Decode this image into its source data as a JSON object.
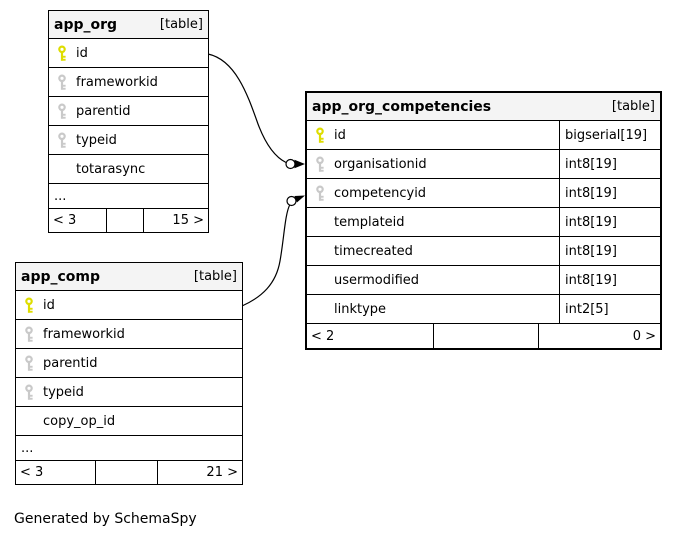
{
  "page": {
    "generator_note": "Generated by SchemaSpy"
  },
  "colors": {
    "primary_key_icon": "#dedd00",
    "foreign_key_icon": "#c9c9c9",
    "table_header_bg": "#f4f4f4",
    "border": "#000000"
  },
  "tables": {
    "app_org": {
      "title": "app_org",
      "badge": "[table]",
      "rows": [
        {
          "name": "id",
          "key": "primary"
        },
        {
          "name": "frameworkid",
          "key": "foreign"
        },
        {
          "name": "parentid",
          "key": "foreign"
        },
        {
          "name": "typeid",
          "key": "foreign"
        },
        {
          "name": "totarasync",
          "key": "none"
        }
      ],
      "ellipsis": "...",
      "footer": {
        "prev": "< 3",
        "mid": "",
        "next": "15 >"
      }
    },
    "app_comp": {
      "title": "app_comp",
      "badge": "[table]",
      "rows": [
        {
          "name": "id",
          "key": "primary"
        },
        {
          "name": "frameworkid",
          "key": "foreign"
        },
        {
          "name": "parentid",
          "key": "foreign"
        },
        {
          "name": "typeid",
          "key": "foreign"
        },
        {
          "name": "copy_op_id",
          "key": "none"
        }
      ],
      "ellipsis": "...",
      "footer": {
        "prev": "< 3",
        "mid": "",
        "next": "21 >"
      }
    },
    "app_org_competencies": {
      "title": "app_org_competencies",
      "badge": "[table]",
      "rows": [
        {
          "name": "id",
          "type": "bigserial[19]",
          "key": "primary"
        },
        {
          "name": "organisationid",
          "type": "int8[19]",
          "key": "foreign"
        },
        {
          "name": "competencyid",
          "type": "int8[19]",
          "key": "foreign"
        },
        {
          "name": "templateid",
          "type": "int8[19]",
          "key": "none"
        },
        {
          "name": "timecreated",
          "type": "int8[19]",
          "key": "none"
        },
        {
          "name": "usermodified",
          "type": "int8[19]",
          "key": "none"
        },
        {
          "name": "linktype",
          "type": "int2[5]",
          "key": "none"
        }
      ],
      "footer": {
        "prev": "< 2",
        "mid": "",
        "next": "0 >"
      }
    }
  },
  "relationships": [
    {
      "from_table": "app_org",
      "from_column": "id",
      "to_table": "app_org_competencies",
      "to_column": "organisationid"
    },
    {
      "from_table": "app_comp",
      "from_column": "id",
      "to_table": "app_org_competencies",
      "to_column": "competencyid"
    }
  ]
}
